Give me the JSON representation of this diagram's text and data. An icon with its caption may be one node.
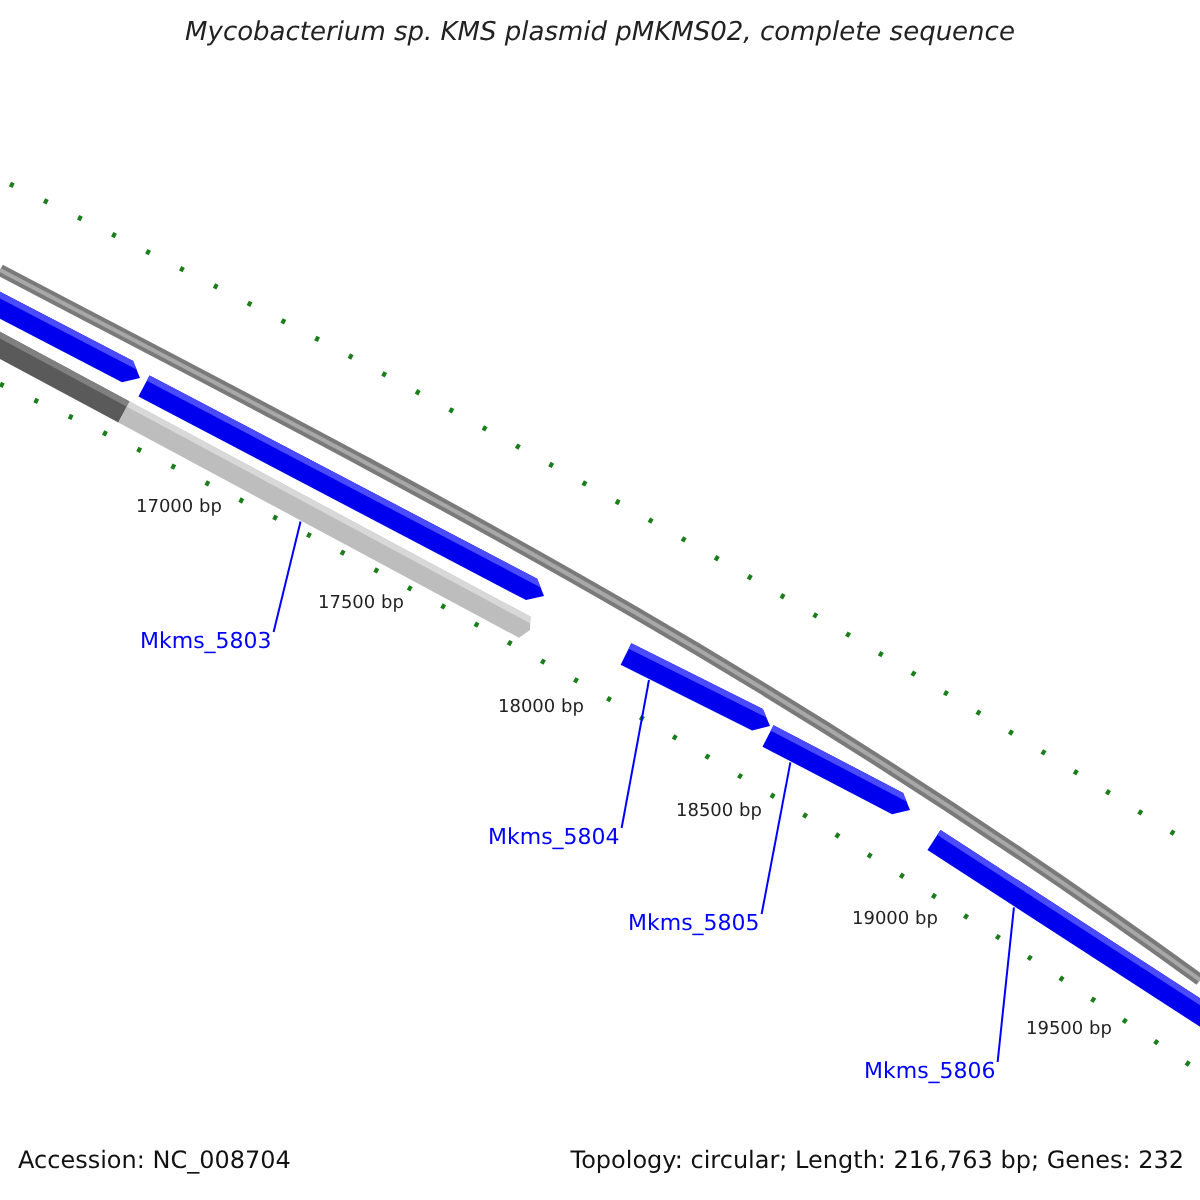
{
  "diagram": {
    "title": "Mycobacterium sp. KMS plasmid pMKMS02, complete sequence",
    "nodes": [
      {
        "text": [],
        "shape": "bar"
      },
      {
        "text": [],
        "shape": "bar"
      },
      {
        "text": [],
        "shape": "bar"
      },
      {
        "text": [],
        "shape": "bar"
      },
      {
        "text": [
          "Mkms_5803"
        ]
      },
      {
        "text": [],
        "shape": "bar"
      },
      {
        "text": [
          "Mkms_5804"
        ]
      },
      {
        "text": [],
        "shape": "bar"
      },
      {
        "text": [
          "Mkms_5805"
        ]
      },
      {
        "text": [],
        "shape": "bar"
      },
      {
        "text": [
          "Mkms_5806"
        ]
      }
    ],
    "edges": [
      {
        "from": 4,
        "to": 3,
        "arrow": "none"
      },
      {
        "from": 6,
        "to": 5,
        "arrow": "none"
      },
      {
        "from": 8,
        "to": 7,
        "arrow": "none"
      },
      {
        "from": 10,
        "to": 9,
        "arrow": "none"
      }
    ],
    "labels": [
      "17000 bp",
      "17500 bp",
      "18000 bp",
      "18500 bp",
      "19000 bp",
      "19500 bp",
      "Accession: NC_008704",
      "Topology: circular; Length: 216,763 bp; Genes: 232"
    ]
  }
}
